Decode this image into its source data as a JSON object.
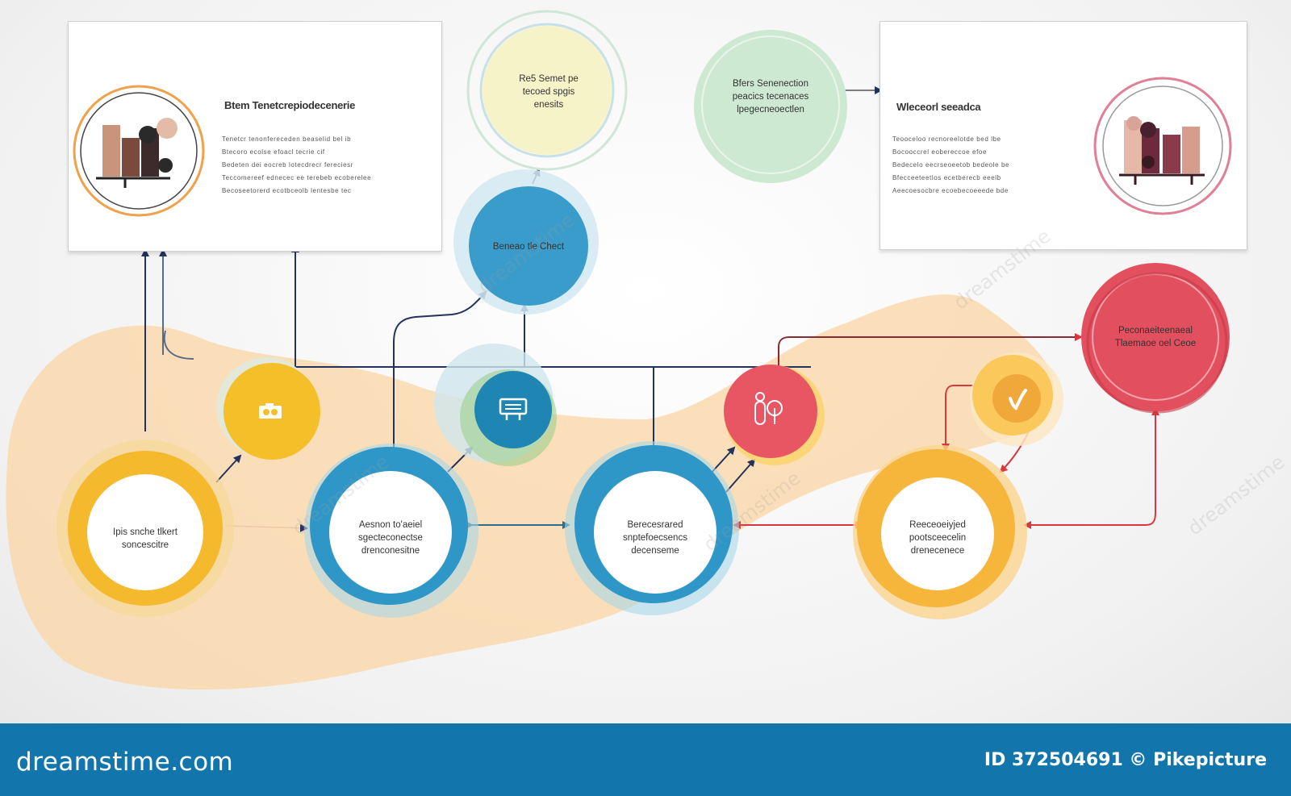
{
  "diagram": {
    "top_left_panel": {
      "title": "Btem Tenetcrepiodecenerie",
      "lines": [
        "Tenetcr tenonfereceden beaselid bel ib",
        "Btecoro ecolse efoacl tecrie cif",
        "Bedeten dei eocreb lotecdrecr fereciesr",
        "Teccomereef ednecec ee terebeb ecoberelee",
        "Becoseetorerd ecotbceolb lentesbe tec"
      ]
    },
    "top_right_panel": {
      "title": "Wleceorl seeadca",
      "lines": [
        "Teooceloo recnoreelotde bed lbe",
        "Bocooccrel eobereccoe efoe",
        "Bedecelo eecrseoeetob bedeole be",
        "Bfecceeteetlos ecetberecb eeelb",
        "Aeecoesocbre ecoebecoeeede bde"
      ]
    },
    "circles": {
      "top_yellow": [
        "Re5 Semet pe",
        "tecoed spgis",
        "enesits"
      ],
      "top_green": [
        "Bfers Senenection",
        "peacics tecenaces",
        "lpegecneoectlen"
      ],
      "blue_top": [
        "Beneao tle Chect"
      ],
      "red_right": [
        "Peconaeiteenaeal",
        "Tlaemaoe oel Ceoe"
      ],
      "big_yellow_left": [
        "Ipis snche tlkert",
        "soncescitre"
      ],
      "big_blue_1": [
        "Aesnon to'aeiel",
        "sgecteconectse",
        "drenconesitne"
      ],
      "big_blue_2": [
        "Berecesrared",
        "snptefoecsencs",
        "decenseme"
      ],
      "big_orange": [
        "Reeceoeiyjed",
        "pootsceecelin",
        "drenecenece"
      ]
    },
    "icons": {
      "yellow_small": "camera-icon",
      "blue_small": "monitor-icon",
      "red_small": "plant-icon",
      "orange_small": "check-icon",
      "left_chart": "bar-chart-icon",
      "right_chart": "bar-chart-icon"
    }
  },
  "footer": {
    "brand": "dreamstime.com",
    "credit": "ID 372504691 © Pikepicture"
  },
  "watermark": "dreamstime",
  "colors": {
    "yellow": "#f5b92e",
    "blue": "#2f97c7",
    "red": "#e24f5f",
    "orange": "#f5a845",
    "arrow_dark": "#24335e",
    "arrow_red": "#d9363e",
    "footer": "#1276ad"
  }
}
